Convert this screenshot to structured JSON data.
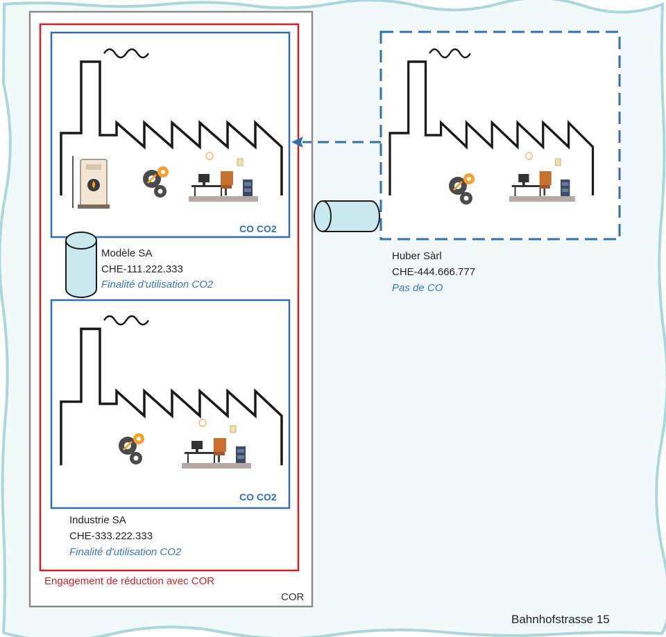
{
  "colors": {
    "site_border": "#a9d7dc",
    "background": "#f2f9fb",
    "cor_border": "#8c8c8c",
    "reduction_border": "#d21f26",
    "company_border": "#2f6fb5",
    "pipe_fill": "#c9e9ee",
    "factory_line": "#1a1a1a",
    "gear": "#4a4a4a",
    "gear_accent": "#f4a02a",
    "desk": "#8a7f7c",
    "chair": "#c8702e"
  },
  "site": {
    "address": "Bahnhofstrasse 15"
  },
  "cor_group": {
    "label": "COR",
    "reduction": {
      "label": "Engagement de réduction avec COR"
    },
    "companies": [
      {
        "name": "Modèle SA",
        "uid": "CHE-111.222.333",
        "purpose": "Finalité d'utilisation CO2",
        "tag": "CO CO2"
      },
      {
        "name": "Industrie SA",
        "uid": "CHE-333.222.333",
        "purpose": "Finalité d'utilisation CO2",
        "tag": "CO CO2"
      }
    ]
  },
  "external_company": {
    "name": "Huber Sàrl",
    "uid": "CHE-444.666.777",
    "status": "Pas de CO"
  },
  "icons": [
    "factory-icon",
    "smoke-icon",
    "boiler-icon",
    "gears-icon",
    "office-desk-icon",
    "computer-icon",
    "office-chair-icon",
    "cabinet-icon",
    "clock-icon",
    "frame-icon",
    "pipe-icon",
    "arrow-left-icon"
  ]
}
